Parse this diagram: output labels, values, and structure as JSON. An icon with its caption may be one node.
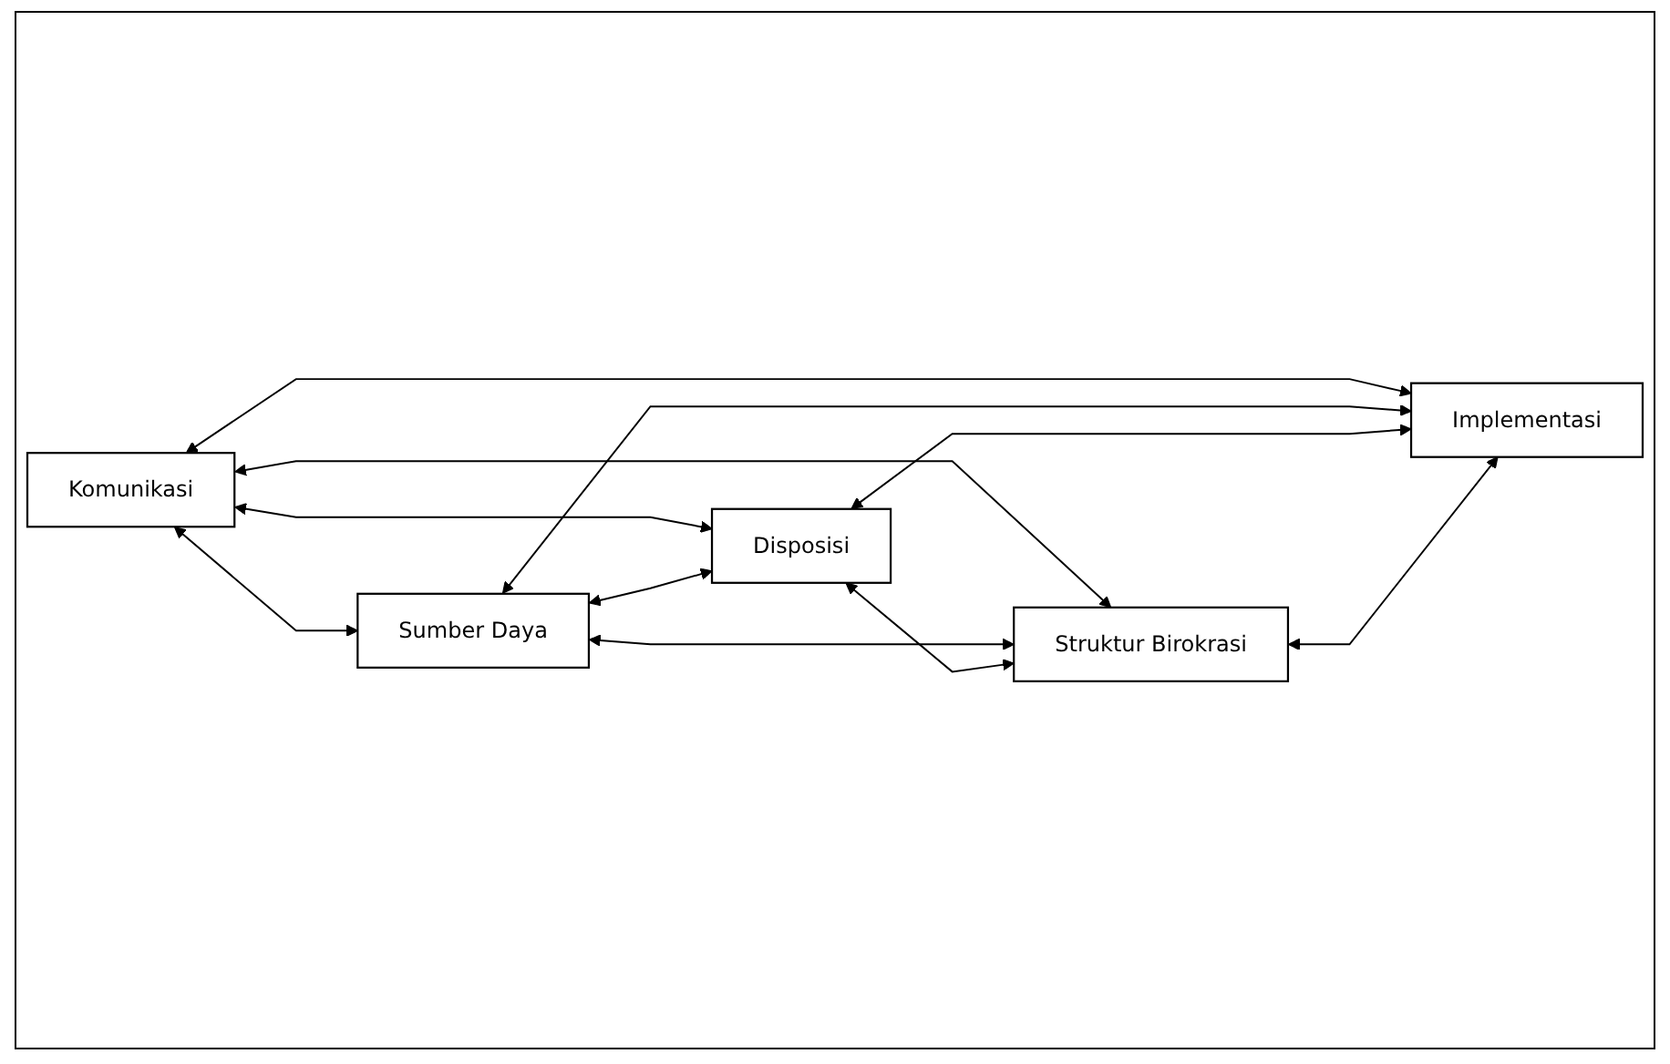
{
  "diagram": {
    "nodes": [
      {
        "text": [
          "Komunikasi"
        ]
      },
      {
        "text": [
          "Sumber Daya"
        ]
      },
      {
        "text": [
          "Implementasi"
        ]
      },
      {
        "text": [
          "Disposisi"
        ]
      },
      {
        "text": [
          "Struktur Birokrasi"
        ]
      }
    ],
    "edges": [
      {
        "from": 0,
        "to": 1,
        "arrow": "both"
      },
      {
        "from": 0,
        "to": 2,
        "arrow": "both"
      },
      {
        "from": 0,
        "to": 3,
        "arrow": "both"
      },
      {
        "from": 0,
        "to": 4,
        "arrow": "both"
      },
      {
        "from": 1,
        "to": 3,
        "arrow": "both"
      },
      {
        "from": 1,
        "to": 2,
        "arrow": "both"
      },
      {
        "from": 1,
        "to": 4,
        "arrow": "both"
      },
      {
        "from": 3,
        "to": 2,
        "arrow": "both"
      },
      {
        "from": 3,
        "to": 4,
        "arrow": "both"
      },
      {
        "from": 4,
        "to": 2,
        "arrow": "both"
      }
    ]
  }
}
